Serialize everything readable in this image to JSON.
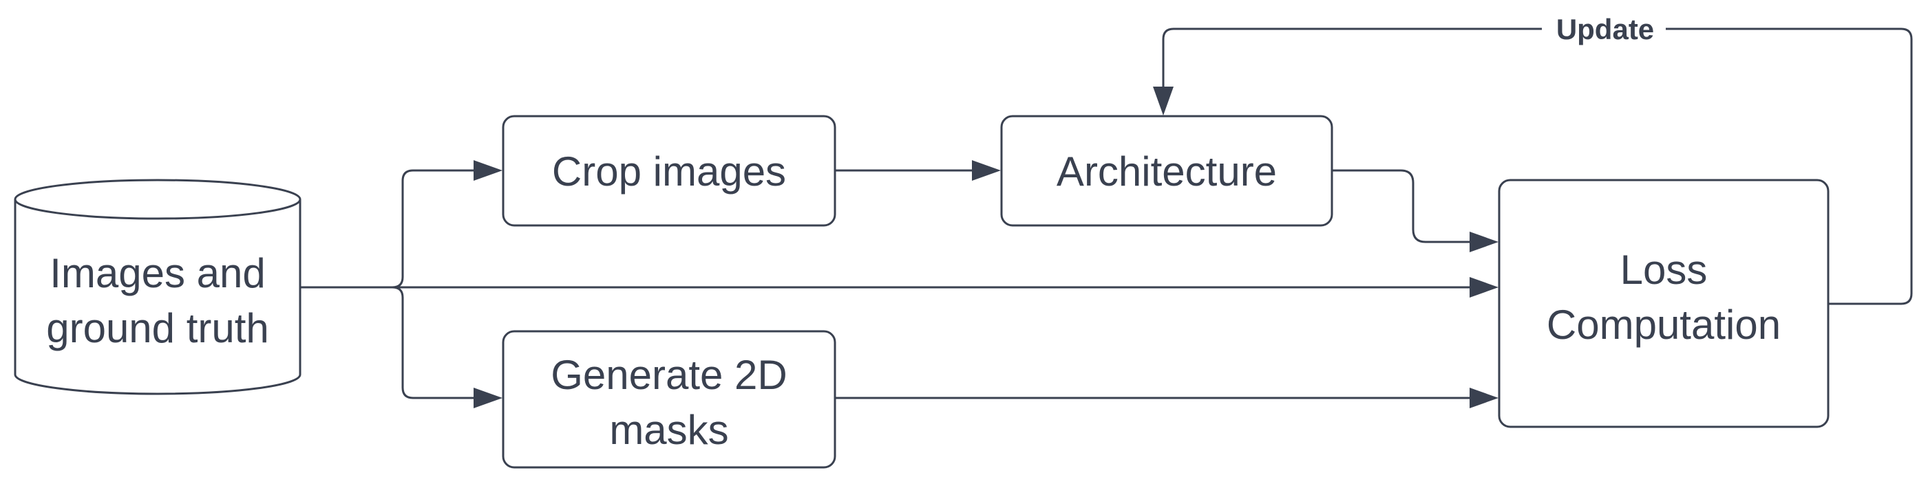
{
  "diagram": {
    "nodes": {
      "images_gt": {
        "line1": "Images and",
        "line2": "ground truth"
      },
      "crop": {
        "label": "Crop images"
      },
      "architecture": {
        "label": "Architecture"
      },
      "generate": {
        "line1": "Generate 2D",
        "line2": "masks"
      },
      "loss": {
        "line1": "Loss",
        "line2": "Computation"
      }
    },
    "edges": {
      "update_label": "Update"
    }
  },
  "colors": {
    "stroke": "#3a4150",
    "background": "#ffffff"
  }
}
